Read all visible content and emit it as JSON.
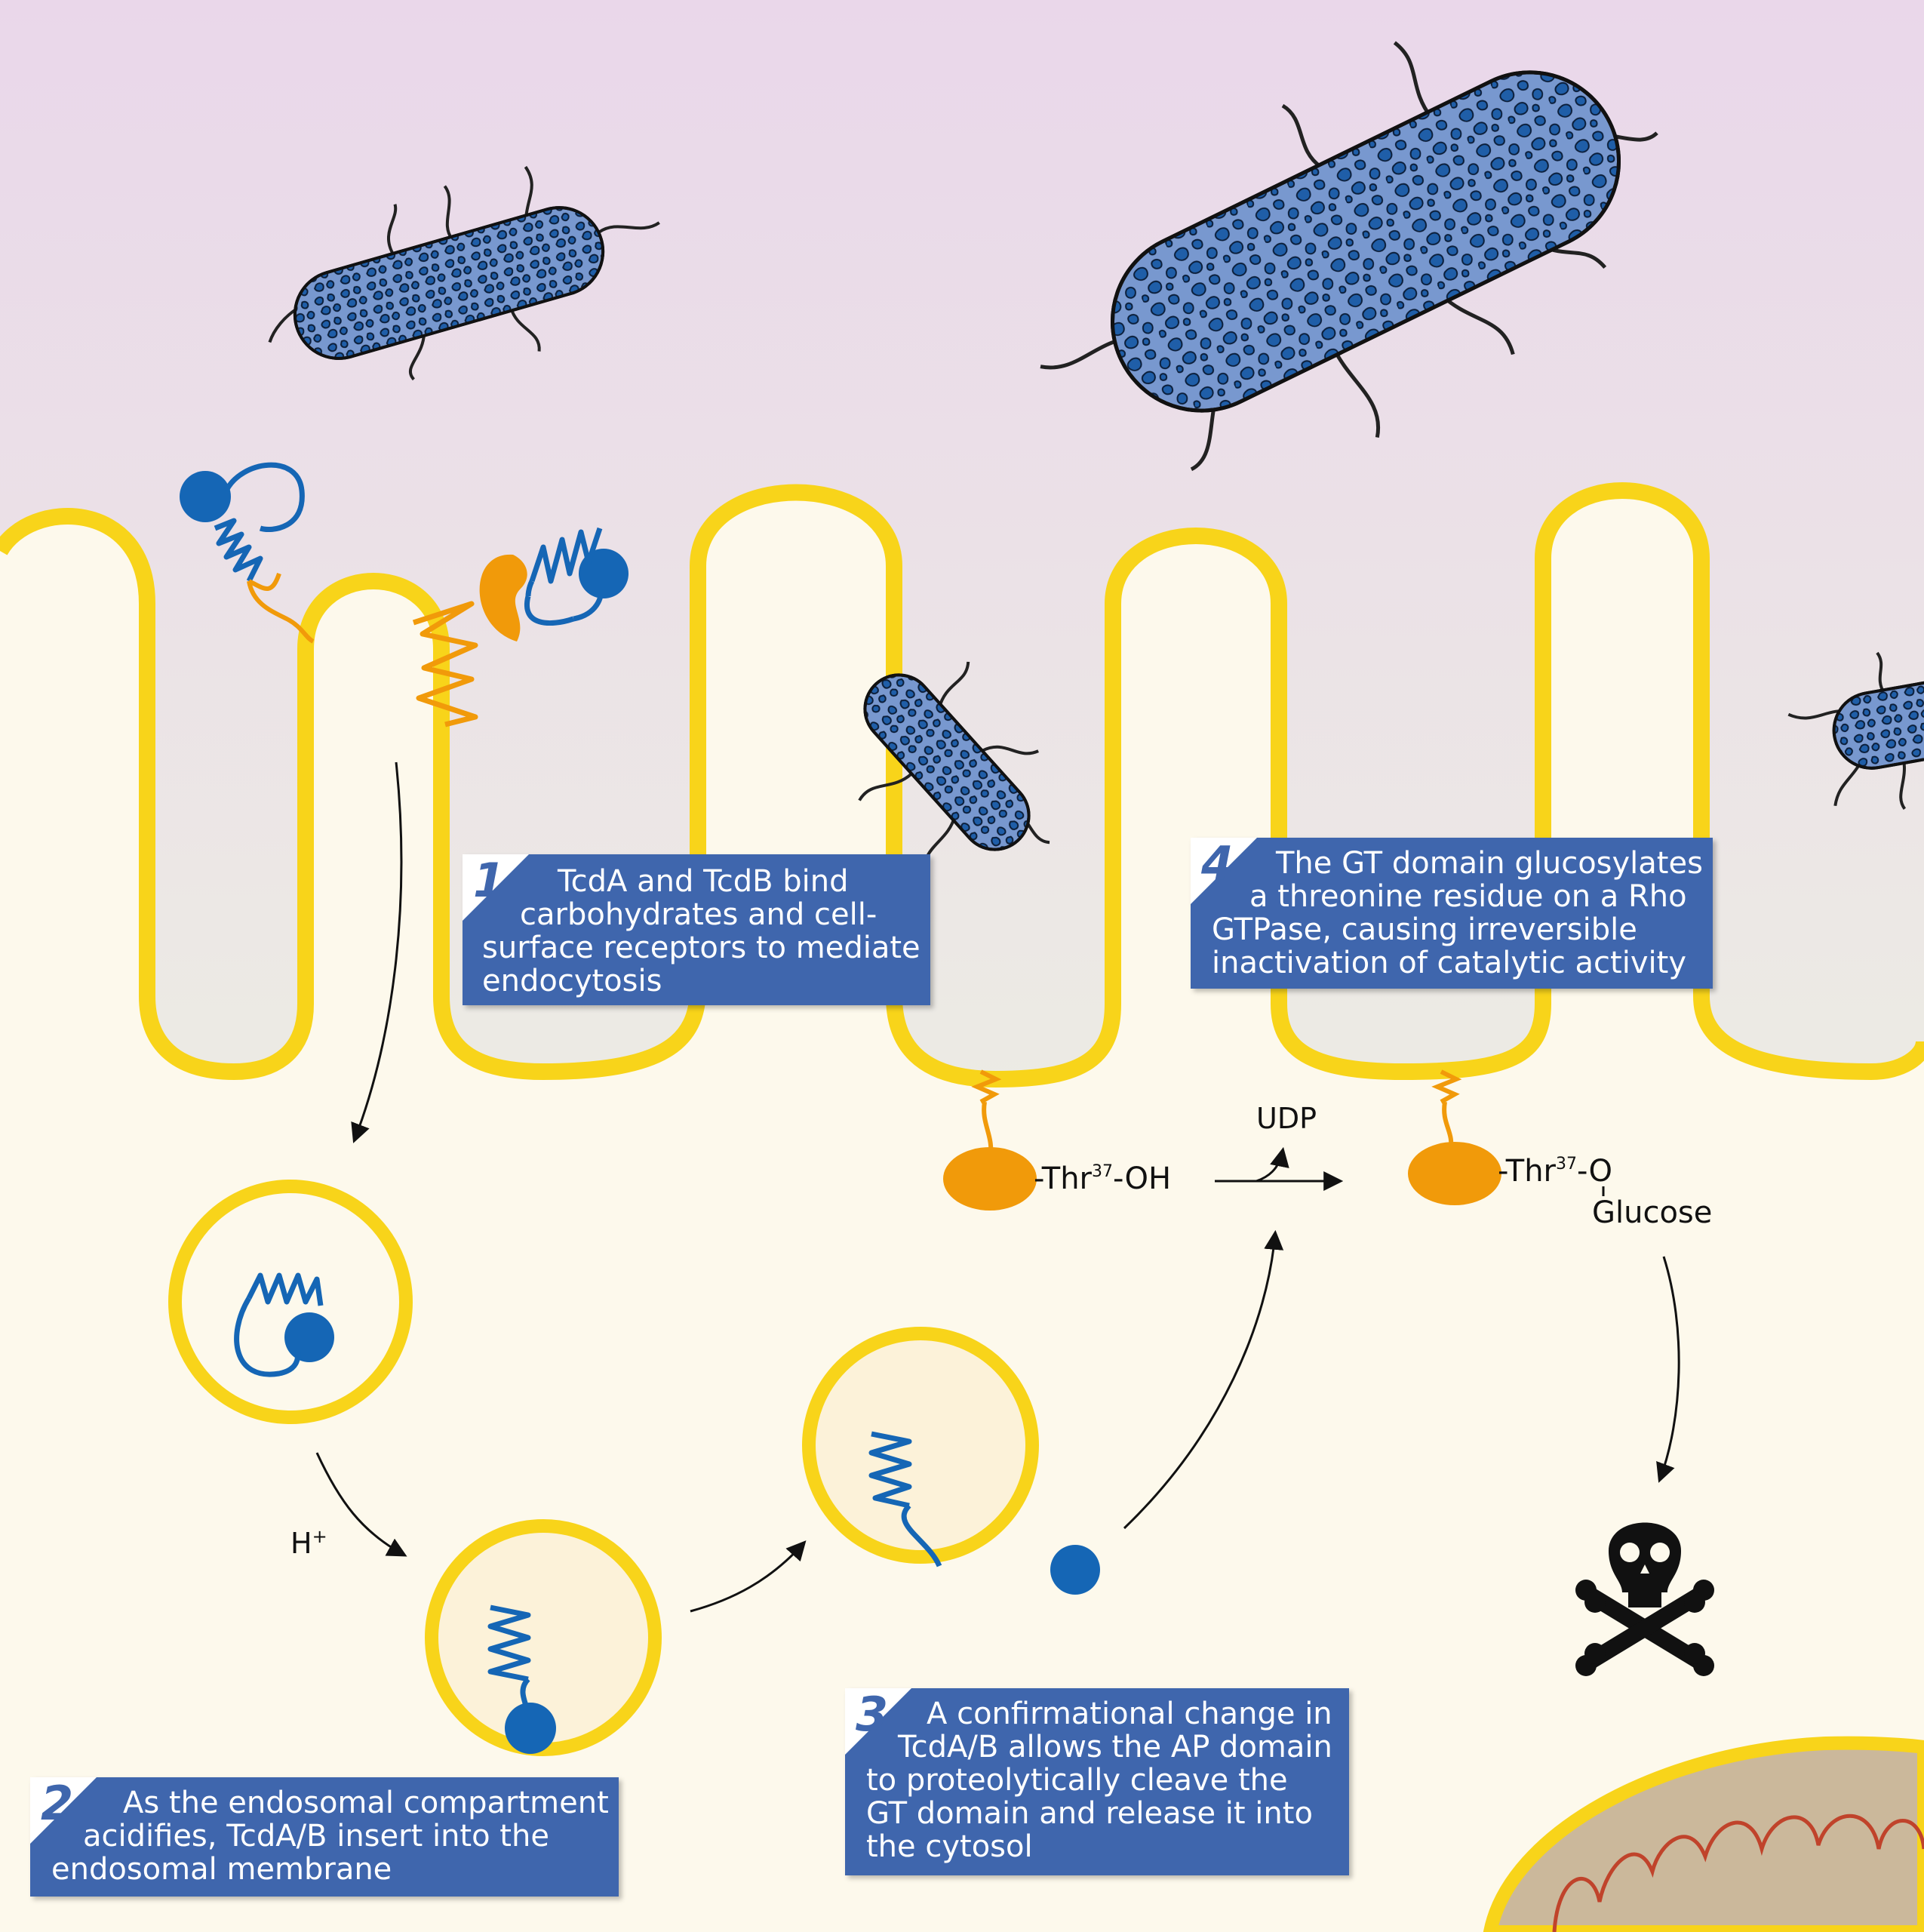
{
  "colors": {
    "sky_top": "#ead7ea",
    "sky_bottom": "#ecebe4",
    "cytoplasm": "#fdf9ec",
    "membrane": "#f8d41a",
    "toxin_blue": "#1566b5",
    "receptor_orange": "#f19a0a",
    "bacteria_fill": "#7898cf",
    "bacteria_spots": "#1f5ea8",
    "box_fill": "#3f66ad",
    "mitochondria": "#cbb89b"
  },
  "steps": [
    {
      "number": "1",
      "text_lines": [
        "TcdA and TcdB bind",
        "carbohydrates and cell-",
        "surface receptors to mediate",
        "endocytosis"
      ]
    },
    {
      "number": "2",
      "text_lines": [
        "As the endosomal compartment",
        "acidifies, TcdA/B insert into the",
        "endosomal membrane"
      ]
    },
    {
      "number": "3",
      "text_lines": [
        "A confirmational change in",
        "TcdA/B allows the AP domain",
        "to proteolytically cleave the",
        "GT domain and release it into",
        "the cytosol"
      ]
    },
    {
      "number": "4",
      "text_lines": [
        "The GT domain glucosylates",
        "a threonine residue on a Rho",
        "GTPase, causing irreversible",
        "inactivation of catalytic activity"
      ]
    }
  ],
  "labels": {
    "h_plus": "H",
    "h_plus_sup": "+",
    "thr_left_main": "-Thr",
    "thr_left_sup": "37",
    "thr_left_suffix": "-OH",
    "udp": "UDP",
    "thr_right_main": "-Thr",
    "thr_right_sup": "37",
    "thr_right_suffix": "-O",
    "glucose": "Glucose"
  },
  "icons": {
    "death": "skull-crossbones-icon"
  }
}
